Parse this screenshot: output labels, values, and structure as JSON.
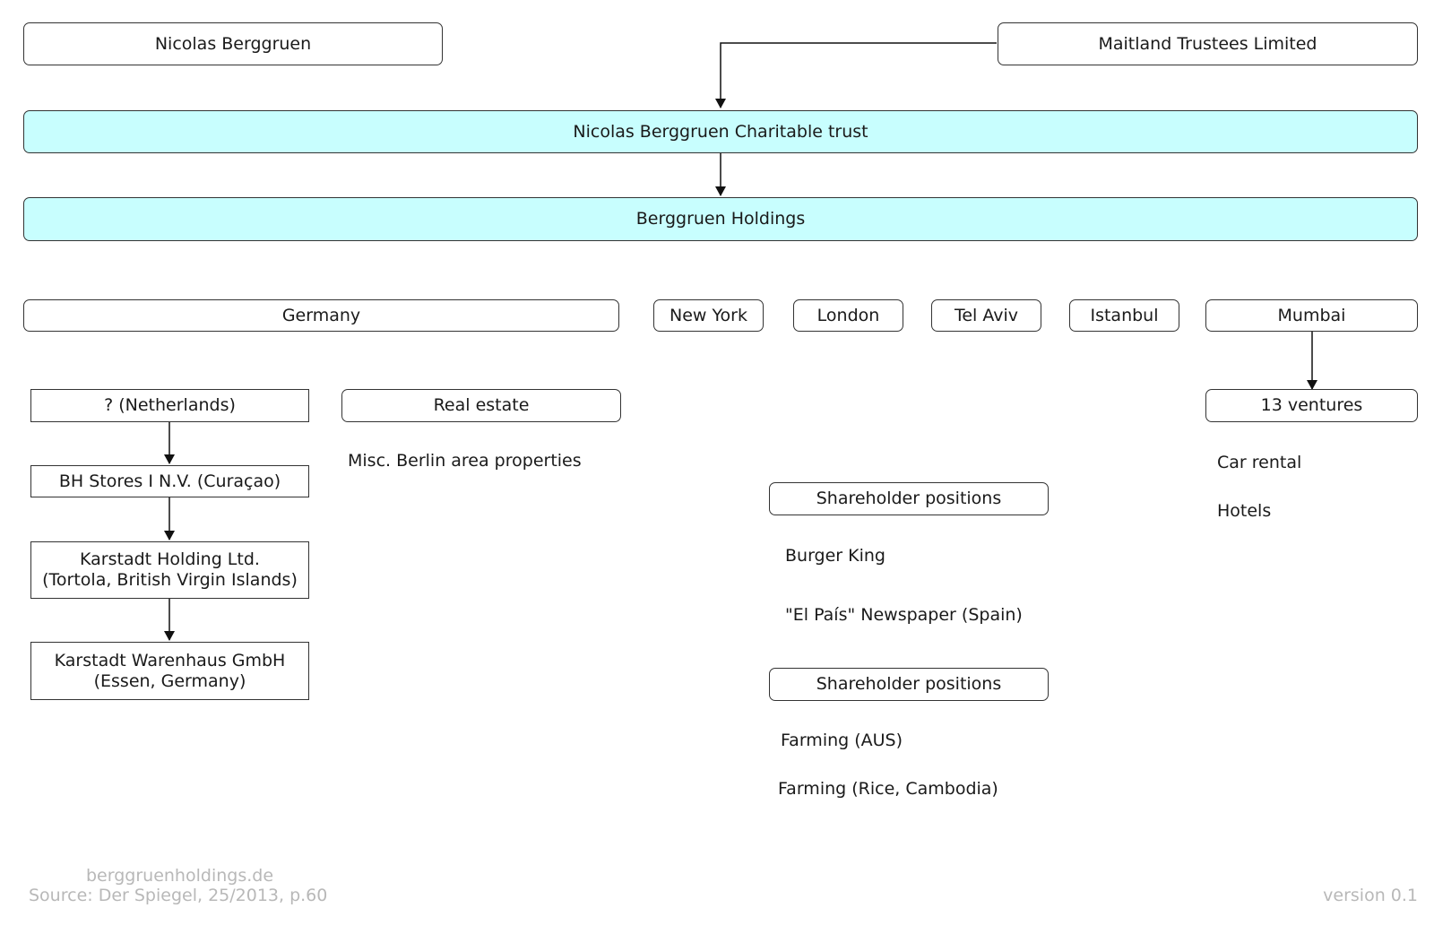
{
  "nodes": {
    "nicolas_berggruen": "Nicolas Berggruen",
    "maitland_trustees": "Maitland Trustees Limited",
    "charitable_trust": "Nicolas Berggruen Charitable trust",
    "berggruen_holdings": "Berggruen Holdings",
    "germany": "Germany",
    "new_york": "New York",
    "london": "London",
    "tel_aviv": "Tel Aviv",
    "istanbul": "Istanbul",
    "mumbai": "Mumbai",
    "netherlands": "? (Netherlands)",
    "real_estate": "Real estate",
    "ventures": "13 ventures",
    "bh_stores": "BH Stores I N.V. (Curaçao)",
    "karstadt_holding": "Karstadt Holding Ltd.\n(Tortola, British Virgin Islands)",
    "karstadt_warenhaus": "Karstadt Warenhaus GmbH\n(Essen, Germany)",
    "shareholder_positions_1": "Shareholder positions",
    "shareholder_positions_2": "Shareholder positions"
  },
  "labels": {
    "berlin_properties": "Misc. Berlin area properties",
    "car_rental": "Car rental",
    "hotels": "Hotels",
    "burger_king": "Burger King",
    "el_pais": "\"El País\" Newspaper (Spain)",
    "farming_aus": "Farming (AUS)",
    "farming_rice": "Farming (Rice, Cambodia)"
  },
  "footer": {
    "website": "berggruenholdings.de",
    "source": "Source: Der Spiegel, 25/2013, p.60",
    "version": "version 0.1"
  }
}
